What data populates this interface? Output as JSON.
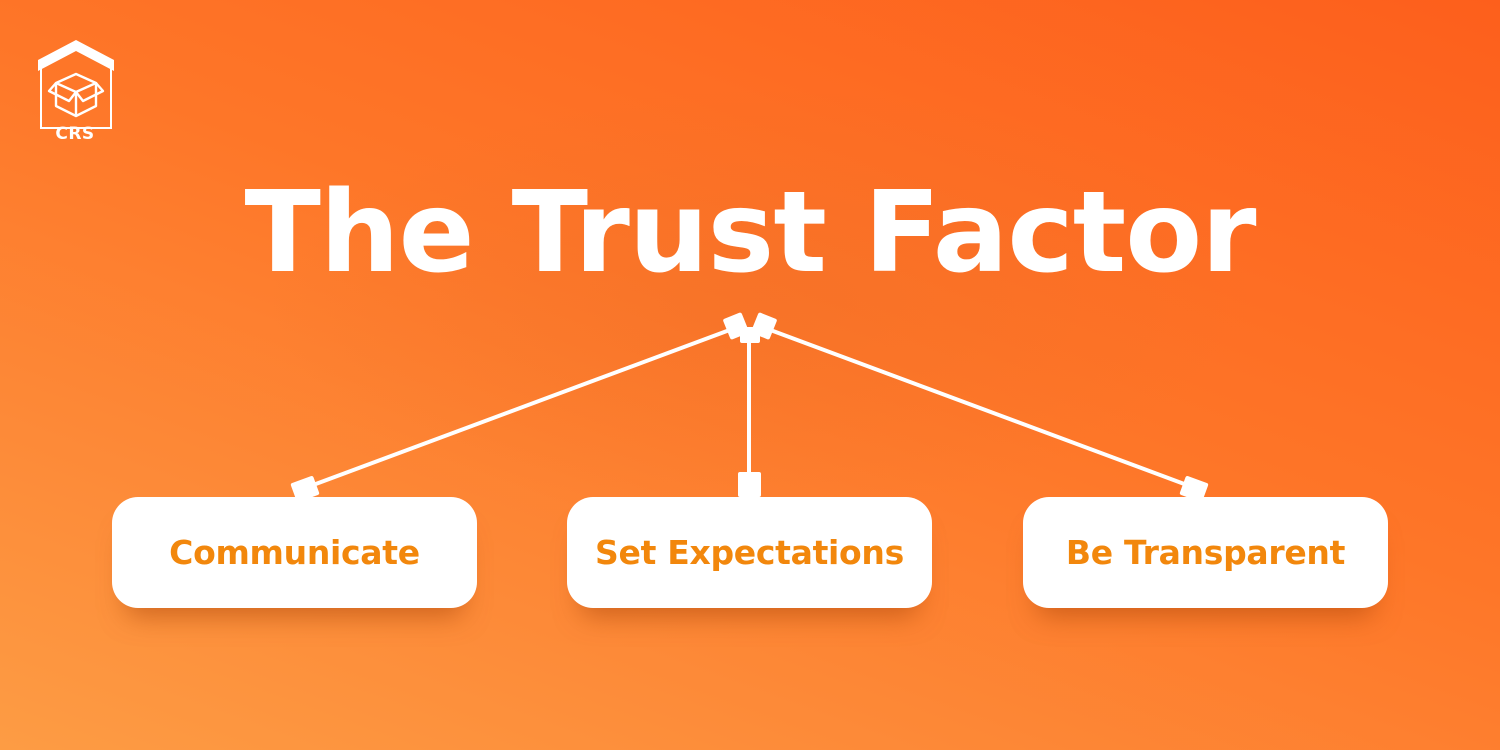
{
  "logo": {
    "icon": "house-box-icon",
    "text": "CRS"
  },
  "title": "The Trust Factor",
  "nodes": [
    {
      "label": "Communicate"
    },
    {
      "label": "Set Expectations"
    },
    {
      "label": "Be Transparent"
    }
  ],
  "colors": {
    "background_top_right": "#FD5F1C",
    "background_top_left": "#FE7F2E",
    "background_bottom_left": "#FD9A42",
    "node_fill": "#FFFFFF",
    "node_text": "#F2870C",
    "title_text": "#FFFFFF"
  }
}
